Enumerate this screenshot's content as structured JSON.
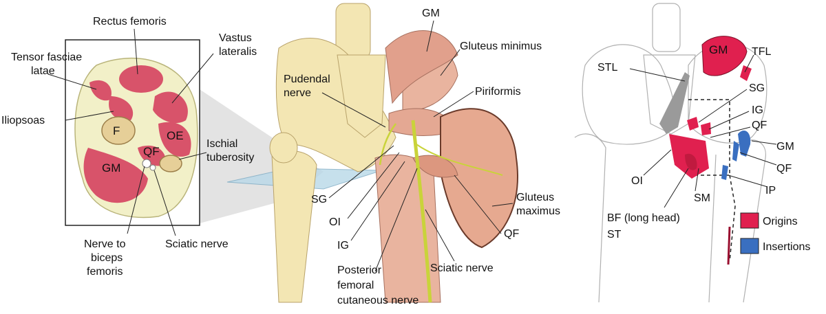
{
  "panel_left": {
    "labels": {
      "rectus_femoris": "Rectus femoris",
      "vastus_lateralis_1": "Vastus",
      "vastus_lateralis_2": "lateralis",
      "tensor_1": "Tensor fasciae",
      "tensor_2": "latae",
      "iliopsoas": "Iliopsoas",
      "femur": "F",
      "obturator_externus": "OE",
      "quadratus_femoris": "QF",
      "gluteus_maximus": "GM",
      "ischial_1": "Ischial",
      "ischial_2": "tuberosity",
      "nerve_biceps_1": "Nerve to",
      "nerve_biceps_2": "biceps",
      "nerve_biceps_3": "femoris",
      "sciatic_nerve": "Sciatic nerve"
    }
  },
  "panel_middle": {
    "labels": {
      "gm": "GM",
      "gluteus_minimus": "Gluteus minimus",
      "pudendal_1": "Pudendal",
      "pudendal_2": "nerve",
      "piriformis": "Piriformis",
      "sg": "SG",
      "oi": "OI",
      "ig": "IG",
      "gluteus_maximus_1": "Gluteus",
      "gluteus_maximus_2": "maximus",
      "qf": "QF",
      "sciatic_nerve": "Sciatic nerve",
      "posterior_1": "Posterior",
      "posterior_2": "femoral",
      "posterior_3": "cutaneous nerve"
    }
  },
  "panel_right": {
    "labels": {
      "gm_origin": "GM",
      "tfl": "TFL",
      "stl": "STL",
      "sg": "SG",
      "ig": "IG",
      "qf_origin": "QF",
      "gm_insertion": "GM",
      "qf_insertion": "QF",
      "ip": "IP",
      "oi": "OI",
      "sm": "SM",
      "bf_1": "BF (long head)",
      "bf_2": "ST"
    },
    "legend": {
      "origins": "Origins",
      "insertions": "Insertions"
    }
  },
  "colors": {
    "origin": "#e0204f",
    "insertion": "#3a6fc0",
    "muscle": "#d8536a",
    "muscle_posterior": "#e9b49f",
    "bone": "#f3e6b3",
    "nerve": "#c9d33a",
    "fat": "#f2f0c8"
  }
}
